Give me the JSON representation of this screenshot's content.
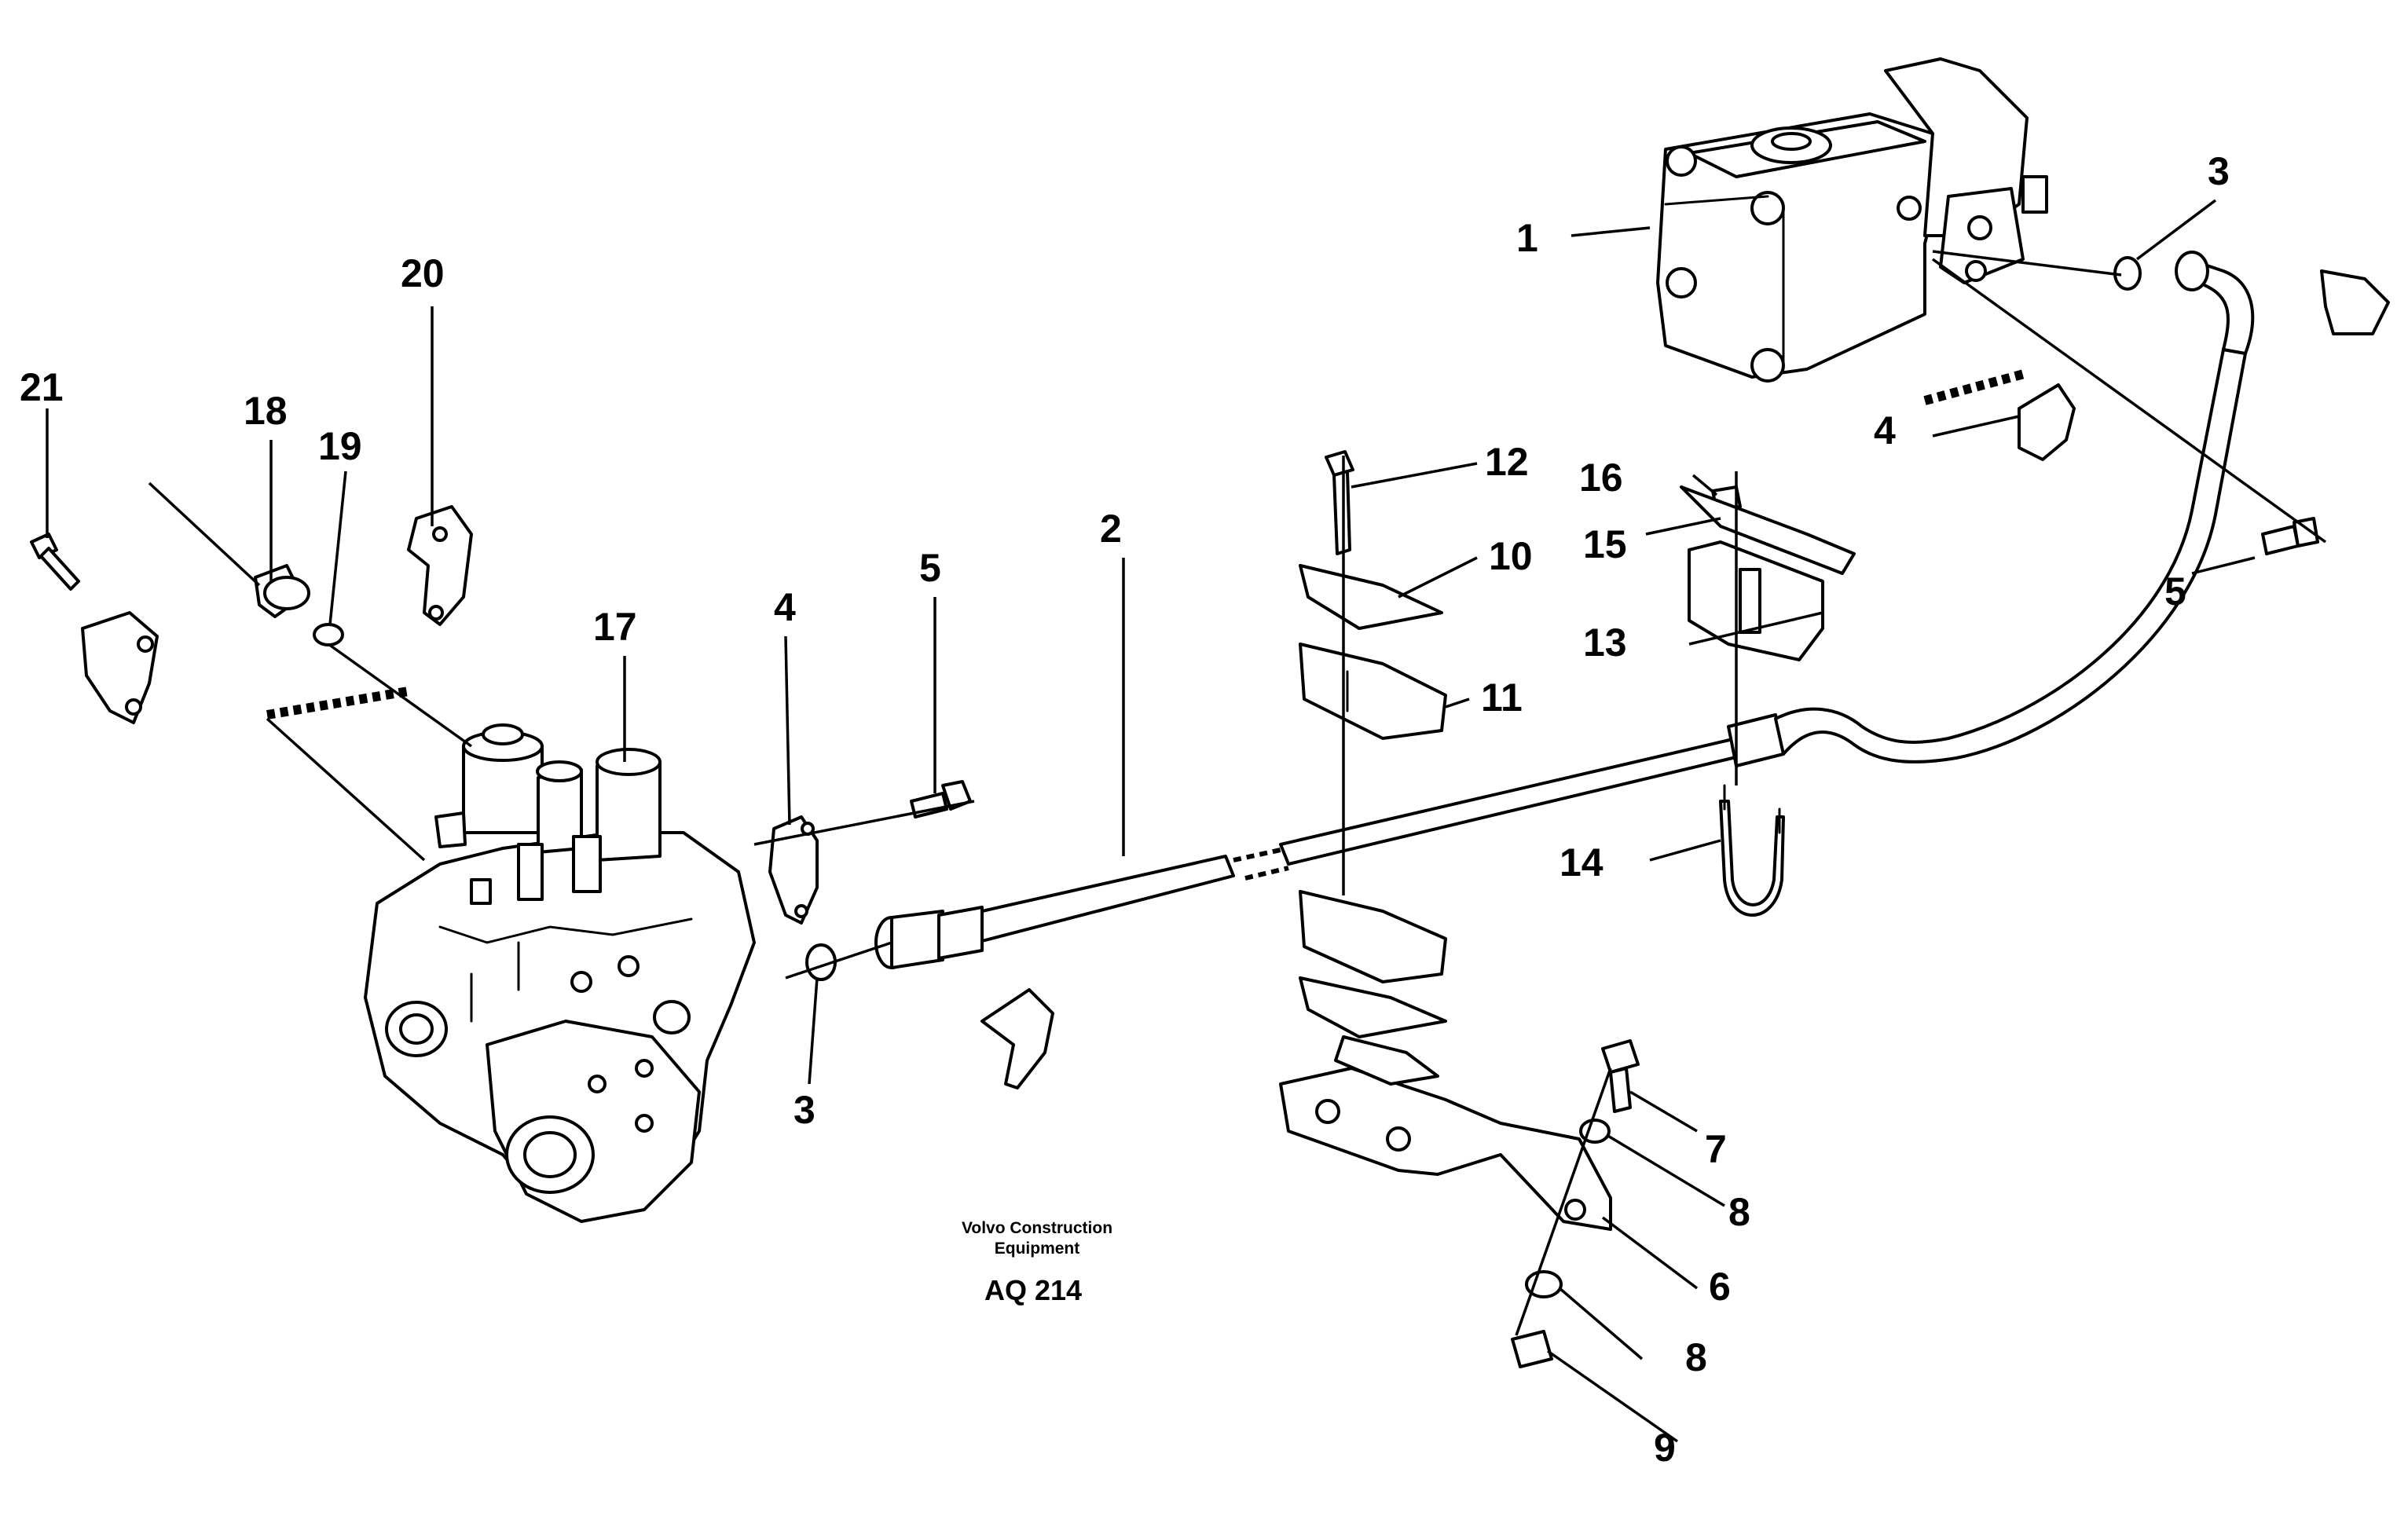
{
  "callouts": [
    {
      "id": "c1",
      "label": "1"
    },
    {
      "id": "c2",
      "label": "2"
    },
    {
      "id": "c3a",
      "label": "3"
    },
    {
      "id": "c3b",
      "label": "3"
    },
    {
      "id": "c4a",
      "label": "4"
    },
    {
      "id": "c4b",
      "label": "4"
    },
    {
      "id": "c5a",
      "label": "5"
    },
    {
      "id": "c5b",
      "label": "5"
    },
    {
      "id": "c6",
      "label": "6"
    },
    {
      "id": "c7",
      "label": "7"
    },
    {
      "id": "c8a",
      "label": "8"
    },
    {
      "id": "c8b",
      "label": "8"
    },
    {
      "id": "c9",
      "label": "9"
    },
    {
      "id": "c10",
      "label": "10"
    },
    {
      "id": "c11",
      "label": "11"
    },
    {
      "id": "c12",
      "label": "12"
    },
    {
      "id": "c13",
      "label": "13"
    },
    {
      "id": "c14",
      "label": "14"
    },
    {
      "id": "c15",
      "label": "15"
    },
    {
      "id": "c16",
      "label": "16"
    },
    {
      "id": "c17",
      "label": "17"
    },
    {
      "id": "c18",
      "label": "18"
    },
    {
      "id": "c19",
      "label": "19"
    },
    {
      "id": "c20",
      "label": "20"
    },
    {
      "id": "c21",
      "label": "21"
    }
  ],
  "caption": {
    "brand_line1": "Volvo Construction",
    "brand_line2": "Equipment",
    "code": "AQ 214"
  }
}
